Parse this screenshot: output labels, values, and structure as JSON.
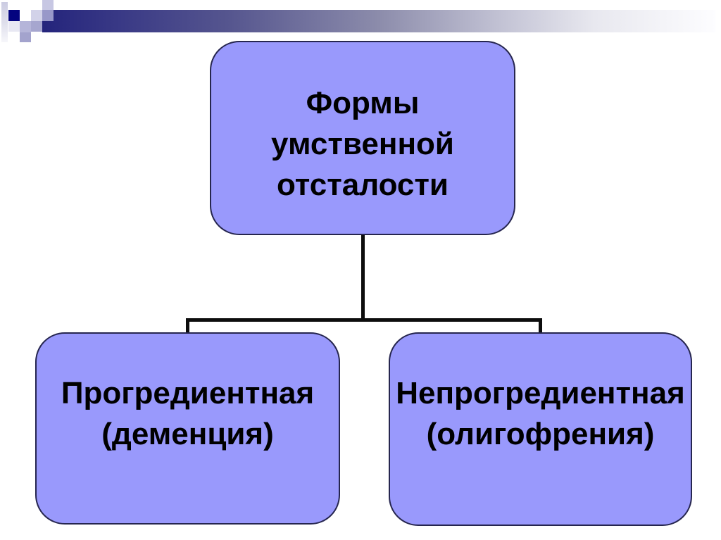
{
  "diagram": {
    "root_node": {
      "lines": [
        "Формы",
        "умственной",
        "отсталости"
      ]
    },
    "child_nodes": [
      {
        "lines": [
          "Прогредиентная",
          "(деменция)"
        ]
      },
      {
        "lines": [
          "Непрогредиентная",
          "(олигофрения)"
        ]
      }
    ],
    "colors": {
      "node_fill": "#9999fc",
      "node_border": "#26264f",
      "connector": "#0d0d0d",
      "text": "#000000"
    }
  },
  "decor": {
    "bar_gradient": [
      "#24247c",
      "#56568f",
      "#8c8cab",
      "#e8e8ef",
      "#fdfdff"
    ],
    "navy_square": "#04047f",
    "lavender_squares": [
      "#c7c7e3",
      "#d2d2e9",
      "#9898c9",
      "#e8e8f3",
      "#b5b5d9",
      "#a6a6cf",
      "#a3a3cd"
    ]
  }
}
